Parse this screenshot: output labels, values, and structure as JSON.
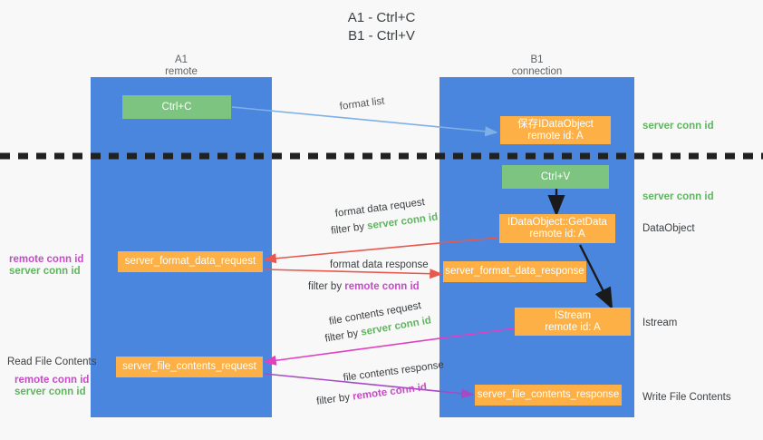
{
  "title": {
    "line1": "A1 - Ctrl+C",
    "line2": "B1 - Ctrl+V"
  },
  "colors": {
    "lane": "#4a86dd",
    "green_box": "#7cc47f",
    "orange_box": "#fcb045",
    "server_conn_green": "#5fb55f",
    "remote_conn_purple": "#c64bc6",
    "dashed_line": "#212121",
    "arrow_blue": "#7eb0e8",
    "arrow_red": "#e8584f",
    "arrow_magenta": "#e040c0",
    "arrow_purple": "#a44bc4",
    "arrow_black": "#1a1a1a",
    "background": "#f8f8f8"
  },
  "columns": [
    {
      "id": "a1",
      "name": "A1",
      "sub": "remote"
    },
    {
      "id": "b1",
      "name": "B1",
      "sub": "connection"
    }
  ],
  "boxes": {
    "ctrl_c": {
      "label": "Ctrl+C",
      "type": "green"
    },
    "save_idataobject": {
      "line1": "保存IDataObject",
      "line2": "remote id: A",
      "type": "orange"
    },
    "ctrl_v": {
      "label": "Ctrl+V",
      "type": "green"
    },
    "idataobject_getdata": {
      "line1": "IDataObject::GetData",
      "line2": "remote id: A",
      "type": "orange"
    },
    "format_data_request": {
      "label": "server_format_data_request",
      "type": "orange"
    },
    "format_data_response": {
      "label": "server_format_data_response",
      "type": "orange"
    },
    "istream": {
      "line1": "IStream",
      "line2": "remote id: A",
      "type": "orange"
    },
    "file_contents_request": {
      "label": "server_file_contents_request",
      "type": "orange"
    },
    "file_contents_response": {
      "label": "server_file_contents_response",
      "type": "orange"
    }
  },
  "right_labels": {
    "server_conn_id_1": "server conn id",
    "server_conn_id_2": "server conn id",
    "dataobject": "DataObject",
    "istream": "Istream",
    "write_file_contents": "Write File Contents"
  },
  "left_labels": {
    "remote_conn_id_1": "remote conn id",
    "server_conn_id_1": "server conn id",
    "read_file_contents": "Read File Contents",
    "remote_conn_id_2": "remote conn id",
    "server_conn_id_2": "server conn id"
  },
  "edge_labels": {
    "format_list": "format list",
    "format_data_request": "format data request",
    "format_data_request_filter_prefix": "filter by ",
    "format_data_request_filter_value": "server conn id",
    "format_data_response": "format data response",
    "format_data_response_filter_prefix": "filter by ",
    "format_data_response_filter_value": "remote conn id",
    "file_contents_request": "file contents request",
    "file_contents_request_filter_prefix": "filter by ",
    "file_contents_request_filter_value": "server conn id",
    "file_contents_response": "file contents response",
    "file_contents_response_filter_prefix": "filter by ",
    "file_contents_response_filter_value": "remote conn id"
  }
}
